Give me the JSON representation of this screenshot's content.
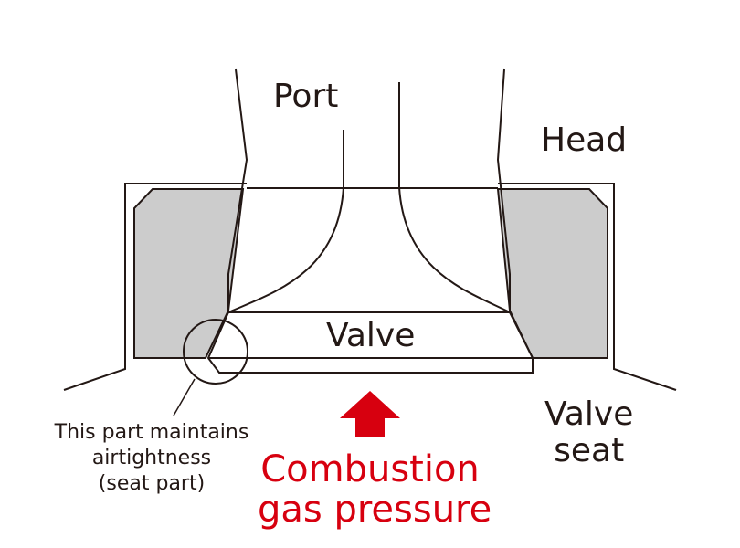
{
  "labels": {
    "port": "Port",
    "head": "Head",
    "valve": "Valve",
    "valve_seat_line1": "Valve",
    "valve_seat_line2": "seat",
    "airtight_line1": "This part maintains",
    "airtight_line2": "airtightness",
    "airtight_line3": "(seat part)",
    "combustion_line1": "Combustion",
    "combustion_line2": "gas pressure"
  },
  "colors": {
    "line": "#231815",
    "seat_fill": "#cccccc",
    "arrow": "#d7000f"
  }
}
